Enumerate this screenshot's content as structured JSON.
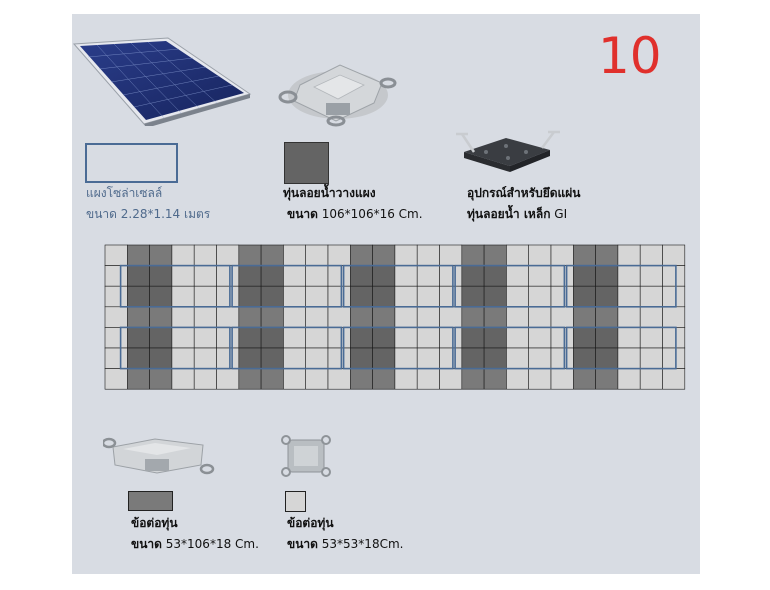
{
  "page_number": "10",
  "legend": {
    "solar_panel": {
      "name": "แผงโซล่าเซลล์",
      "size": "ขนาด 2.28*1.14 เมตร",
      "swatch_color": "#d8dce3",
      "swatch_border": "#4a6b95"
    },
    "panel_float": {
      "name": "ทุ่นลอยน้ำวางแผง",
      "size_label": "ขนาด",
      "size_value": "106*106*16 Cm.",
      "swatch_color": "#646464"
    },
    "steel_mount": {
      "name": "อุปกรณ์สำหรับยึดแผ่น",
      "line2_bold": "ทุ่นลอยน้ำ เหล็ก",
      "line2_suffix": "GI"
    },
    "connector_large": {
      "name": "ข้อต่อทุ่น",
      "size_label": "ขนาด",
      "size_value": "53*106*18 Cm.",
      "swatch_color": "#7a7a7a"
    },
    "connector_small": {
      "name": "ข้อต่อทุ่น",
      "size_label": "ขนาด",
      "size_value": "53*53*18Cm.",
      "swatch_color": "#d6d6d6"
    }
  },
  "layout": {
    "columns": 26,
    "rows": 7,
    "panel_rows": 2,
    "panels_per_row": 5,
    "colors": {
      "small_connector": "#d6d6d6",
      "large_connector": "#7a7a7a",
      "panel_float": "#646464",
      "cell_stroke": "#1a1a1a",
      "panel_outline": "#4a6b95",
      "panel_fill": "#d8dce3"
    }
  }
}
